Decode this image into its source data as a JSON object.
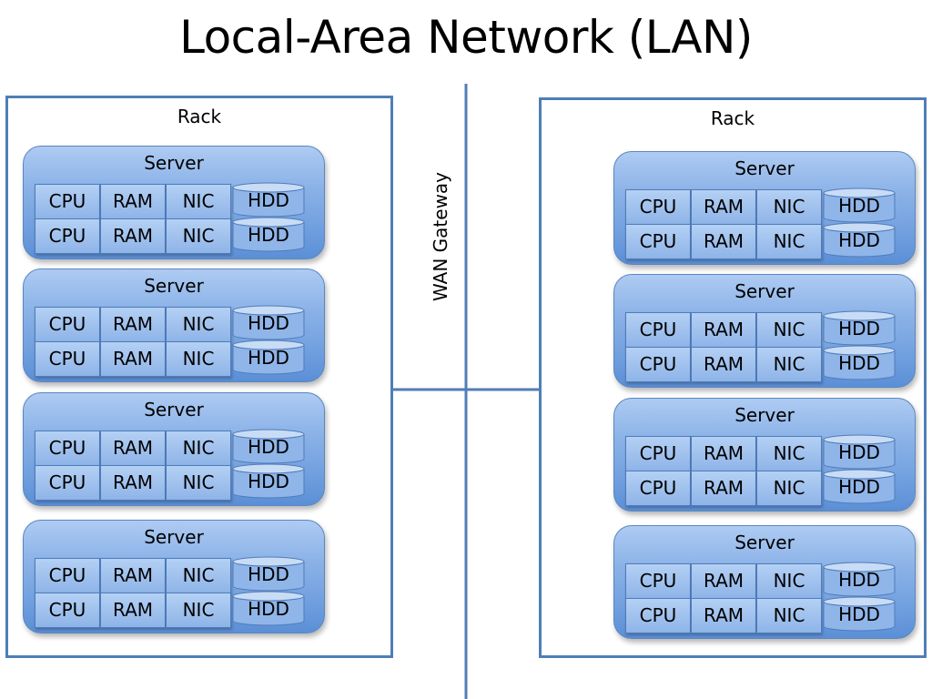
{
  "title": "Local-Area Network (LAN)",
  "wan_label": "WAN Gateway",
  "colors": {
    "line": "#4f7eb6",
    "component_fill": "#8eb4e8",
    "server_fill": "#6f9ede"
  },
  "racks": [
    {
      "label": "Rack",
      "servers": [
        {
          "label": "Server",
          "rows": [
            [
              "CPU",
              "RAM",
              "NIC",
              "HDD"
            ],
            [
              "CPU",
              "RAM",
              "NIC",
              "HDD"
            ]
          ]
        },
        {
          "label": "Server",
          "rows": [
            [
              "CPU",
              "RAM",
              "NIC",
              "HDD"
            ],
            [
              "CPU",
              "RAM",
              "NIC",
              "HDD"
            ]
          ]
        },
        {
          "label": "Server",
          "rows": [
            [
              "CPU",
              "RAM",
              "NIC",
              "HDD"
            ],
            [
              "CPU",
              "RAM",
              "NIC",
              "HDD"
            ]
          ]
        },
        {
          "label": "Server",
          "rows": [
            [
              "CPU",
              "RAM",
              "NIC",
              "HDD"
            ],
            [
              "CPU",
              "RAM",
              "NIC",
              "HDD"
            ]
          ]
        }
      ]
    },
    {
      "label": "Rack",
      "servers": [
        {
          "label": "Server",
          "rows": [
            [
              "CPU",
              "RAM",
              "NIC",
              "HDD"
            ],
            [
              "CPU",
              "RAM",
              "NIC",
              "HDD"
            ]
          ]
        },
        {
          "label": "Server",
          "rows": [
            [
              "CPU",
              "RAM",
              "NIC",
              "HDD"
            ],
            [
              "CPU",
              "RAM",
              "NIC",
              "HDD"
            ]
          ]
        },
        {
          "label": "Server",
          "rows": [
            [
              "CPU",
              "RAM",
              "NIC",
              "HDD"
            ],
            [
              "CPU",
              "RAM",
              "NIC",
              "HDD"
            ]
          ]
        },
        {
          "label": "Server",
          "rows": [
            [
              "CPU",
              "RAM",
              "NIC",
              "HDD"
            ],
            [
              "CPU",
              "RAM",
              "NIC",
              "HDD"
            ]
          ]
        }
      ]
    }
  ]
}
